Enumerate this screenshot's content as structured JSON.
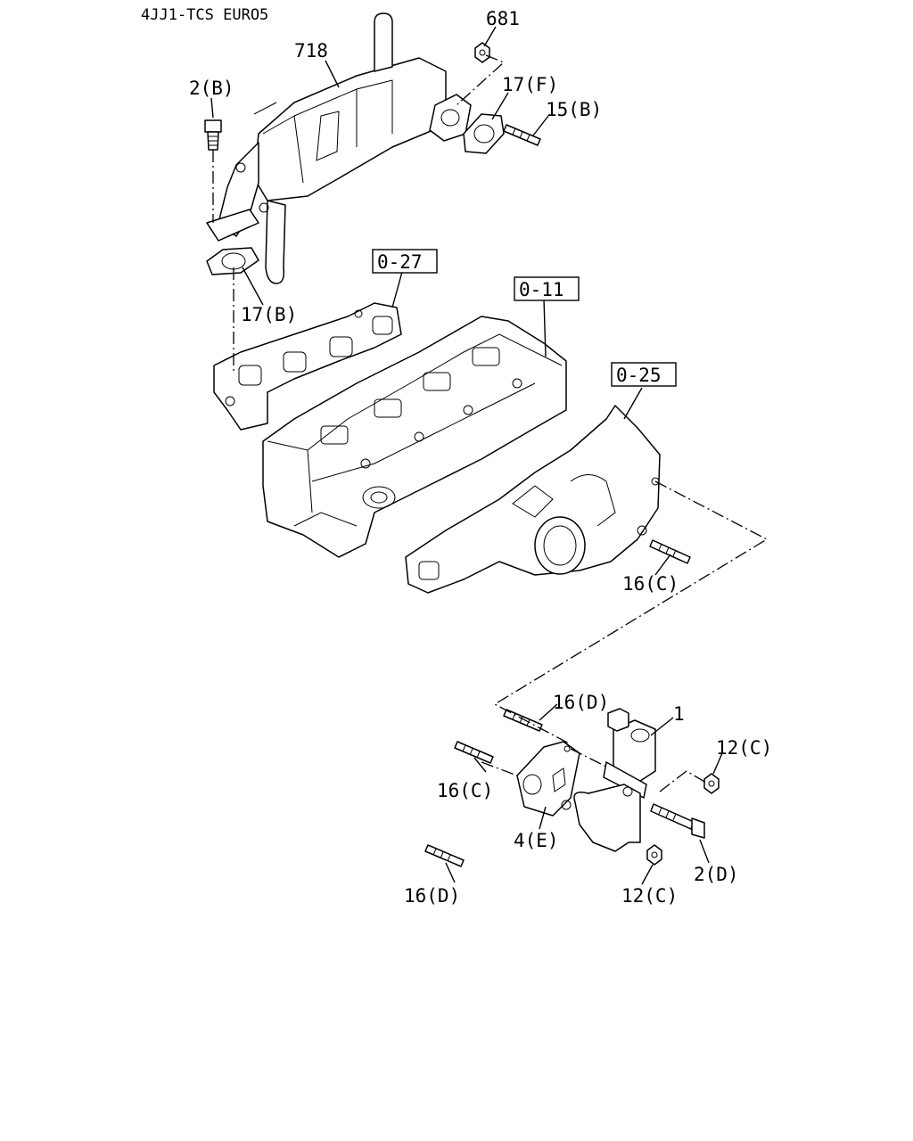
{
  "title": "4JJ1-TCS EURO5",
  "callouts": {
    "p681": "681",
    "p718": "718",
    "p2b": "2(B)",
    "p17f": "17(F)",
    "p15b": "15(B)",
    "p17b": "17(B)",
    "p16c_top": "16(C)",
    "p16d_top": "16(D)",
    "p1": "1",
    "p12c_right": "12(C)",
    "p16c_left": "16(C)",
    "p4e": "4(E)",
    "p2d": "2(D)",
    "p16d_bottom": "16(D)",
    "p12c_bottom": "12(C)"
  },
  "references": {
    "r027": "0-27",
    "r011": "0-11",
    "r025": "0-25"
  }
}
